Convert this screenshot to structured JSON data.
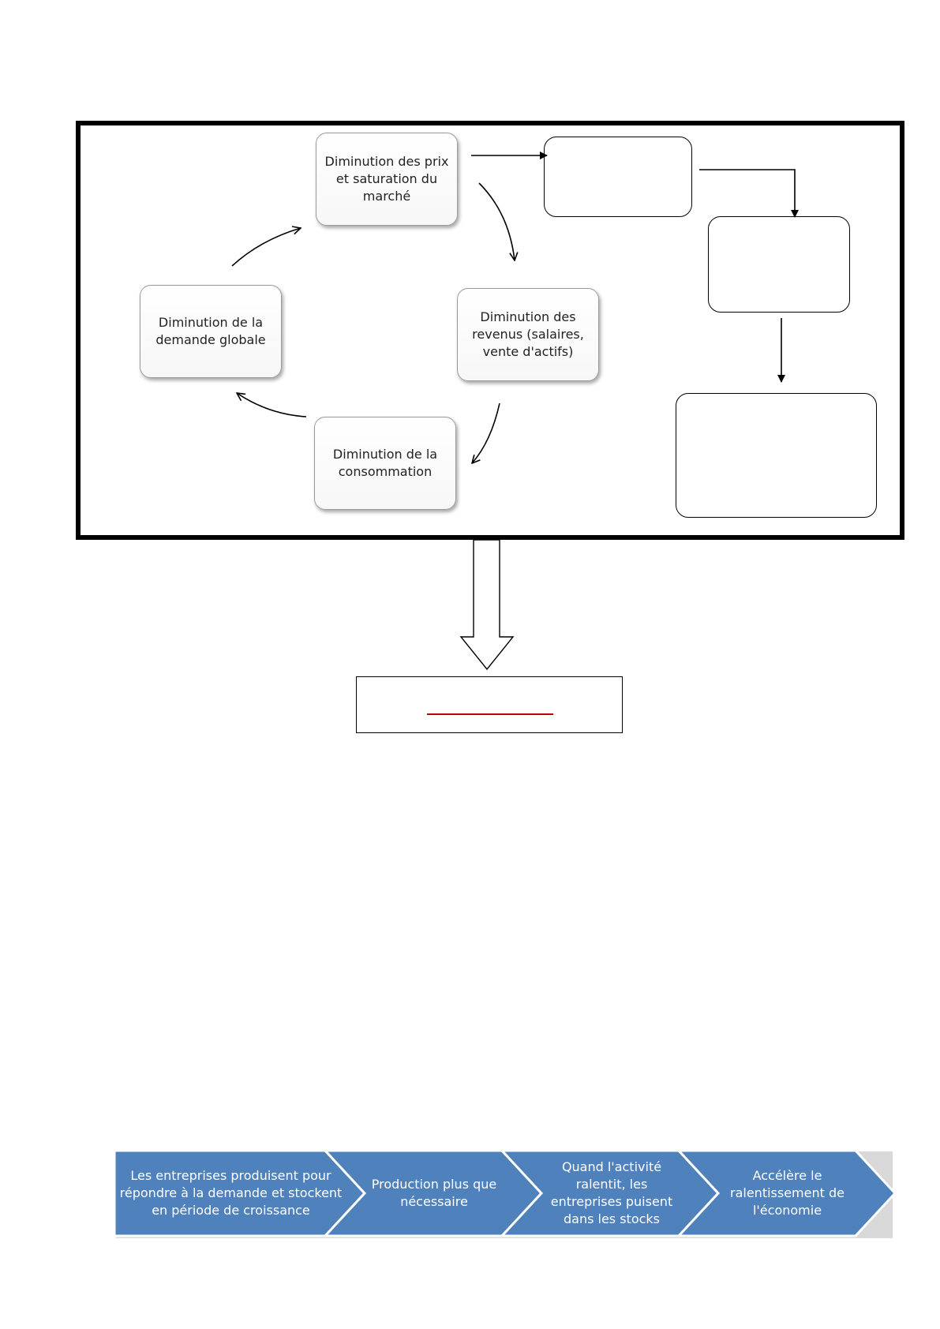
{
  "cycle": {
    "prix": "Diminution des prix et saturation du marché",
    "revenus": "Diminution des revenus (salaires, vente d'actifs)",
    "consommation": "Diminution de la consommation",
    "demande": "Diminution de la demande globale"
  },
  "chain": {
    "steps": [
      "Les entreprises produisent pour répondre à la demande et stockent en période de croissance",
      "Production plus que nécessaire",
      "Quand l'activité ralentit, les entreprises puisent dans les stocks",
      "Accélère le ralentissement de l'économie"
    ],
    "fill_color": "#4f81bd",
    "border_color": "#ffffff"
  }
}
